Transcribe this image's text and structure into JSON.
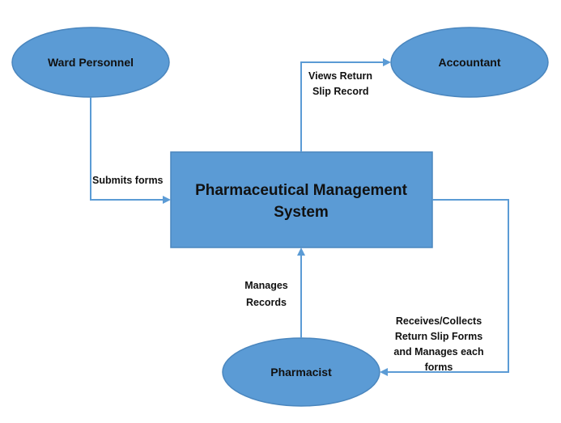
{
  "colors": {
    "node_fill": "#5b9bd5",
    "arrow": "#5b9bd5",
    "text": "#111111",
    "background": "#ffffff"
  },
  "nodes": {
    "ward_personnel": "Ward Personnel",
    "accountant": "Accountant",
    "system_line1": "Pharmaceutical Management",
    "system_line2": "System",
    "pharmacist": "Pharmacist"
  },
  "edges": {
    "submits": "Submits forms",
    "views_line1": "Views Return",
    "views_line2": "Slip Record",
    "manages_line1": "Manages",
    "manages_line2": "Records",
    "receives_line1": "Receives/Collects",
    "receives_line2": "Return Slip Forms",
    "receives_line3": "and Manages each",
    "receives_line4": "forms"
  }
}
